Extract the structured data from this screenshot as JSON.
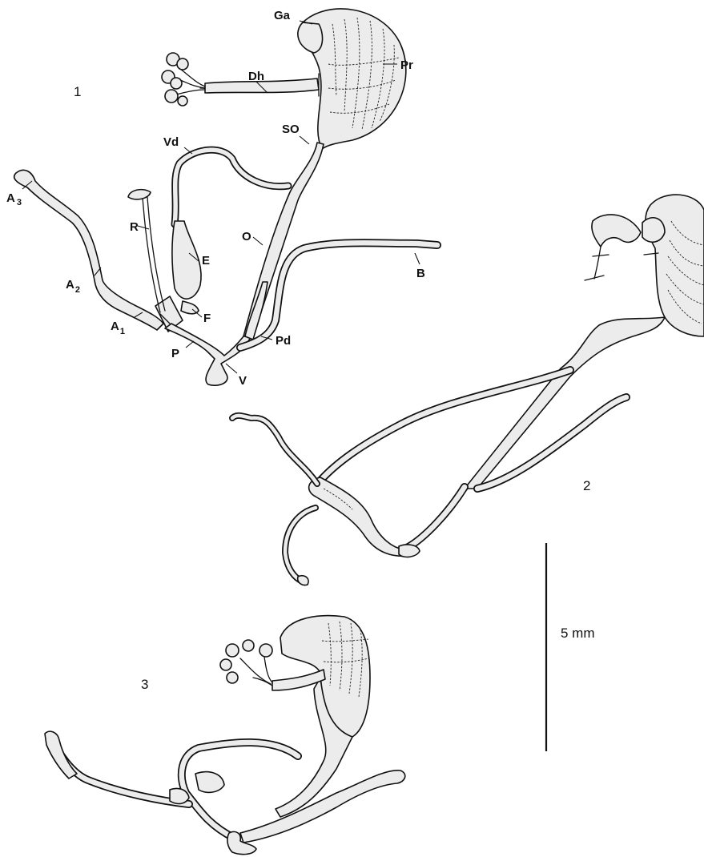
{
  "figure_numbers": [
    "1",
    "2",
    "3"
  ],
  "labels": {
    "ga": "Ga",
    "pr": "Pr",
    "dh": "Dh",
    "so": "SO",
    "vd": "Vd",
    "a3": "A",
    "a3_sub": "3",
    "a2": "A",
    "a2_sub": "2",
    "a1": "A",
    "a1_sub": "1",
    "r": "R",
    "e": "E",
    "f": "F",
    "o": "O",
    "b": "B",
    "pd": "Pd",
    "p": "P",
    "v": "V"
  },
  "scale_bar": {
    "label": "5 mm"
  }
}
